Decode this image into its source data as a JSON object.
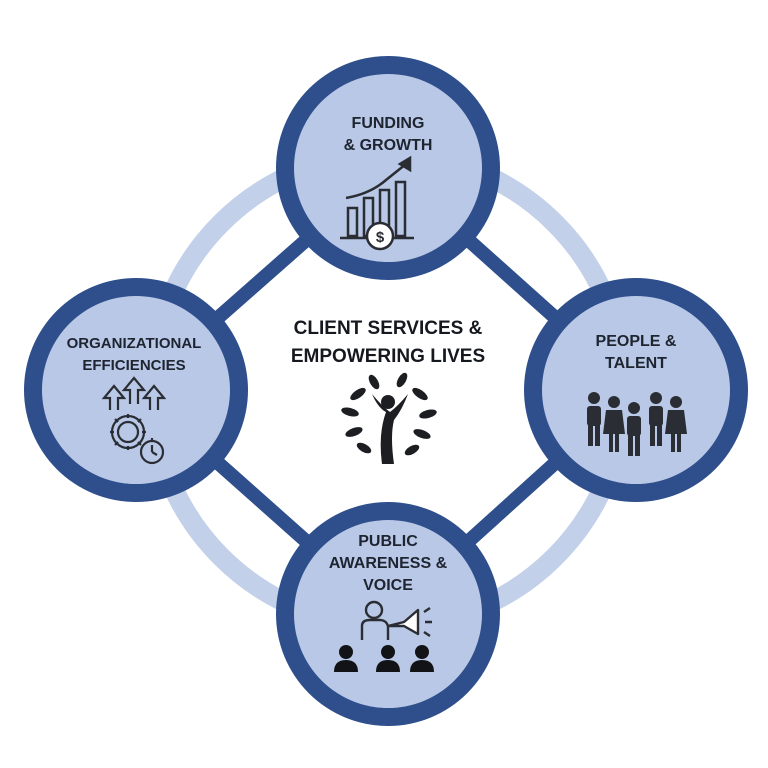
{
  "diagram": {
    "colors": {
      "navy": "#2e4f8c",
      "fill": "#b9c8e6",
      "ring": "#c2d0ea",
      "text": "#1e2430",
      "icon": "#2a2d33"
    },
    "center": {
      "line1": "CLIENT SERVICES &",
      "line2": "EMPOWERING LIVES",
      "icon": "tree-person-icon"
    },
    "nodes": {
      "top": {
        "line1": "FUNDING",
        "line2": "& GROWTH",
        "icon": "growth-chart-dollar-icon"
      },
      "left": {
        "line1": "ORGANIZATIONAL",
        "line2": "EFFICIENCIES",
        "icon": "gear-arrows-stopwatch-icon"
      },
      "right": {
        "line1": "PEOPLE &",
        "line2": "TALENT",
        "icon": "group-of-people-icon"
      },
      "bottom": {
        "line1": "PUBLIC",
        "line2": "AWARENESS &",
        "line3": "VOICE",
        "icon": "megaphone-audience-icon"
      }
    }
  }
}
